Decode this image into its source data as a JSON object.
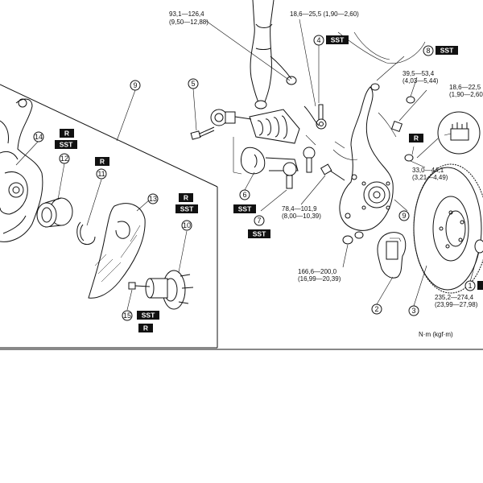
{
  "torque_specs": {
    "t1": {
      "nm": "93,1—126,4",
      "kgf": "(9,50—12,88)"
    },
    "t2": {
      "nm": "18,6—25,5 (1,90—2,60)"
    },
    "t3": {
      "nm": "39,5—53,4",
      "kgf": "(4,03—5,44)"
    },
    "t4": {
      "nm": "18,6—22,5",
      "kgf": "(1,90—2,60)"
    },
    "t5": {
      "nm": "33,0—44,1",
      "kgf": "(3,21—4,49)"
    },
    "t6": {
      "nm": "78,4—101,9",
      "kgf": "(8,00—10,39)"
    },
    "t7": {
      "nm": "166,6—200,0",
      "kgf": "(16,99—20,39)"
    },
    "t8": {
      "nm": "235,2—274,4",
      "kgf": "(23,99—27,98)"
    }
  },
  "units_label": "N·m (kgf·m)",
  "tags": {
    "sst": "SST",
    "r": "R"
  },
  "callouts": {
    "c1": "1",
    "c2": "2",
    "c3": "3",
    "c4": "4",
    "c5": "5",
    "c6": "6",
    "c7": "7",
    "c8": "8",
    "c9a": "9",
    "c9b": "9",
    "c10": "10",
    "c11": "11",
    "c12": "12",
    "c13": "13",
    "c14": "14",
    "c15": "15"
  }
}
